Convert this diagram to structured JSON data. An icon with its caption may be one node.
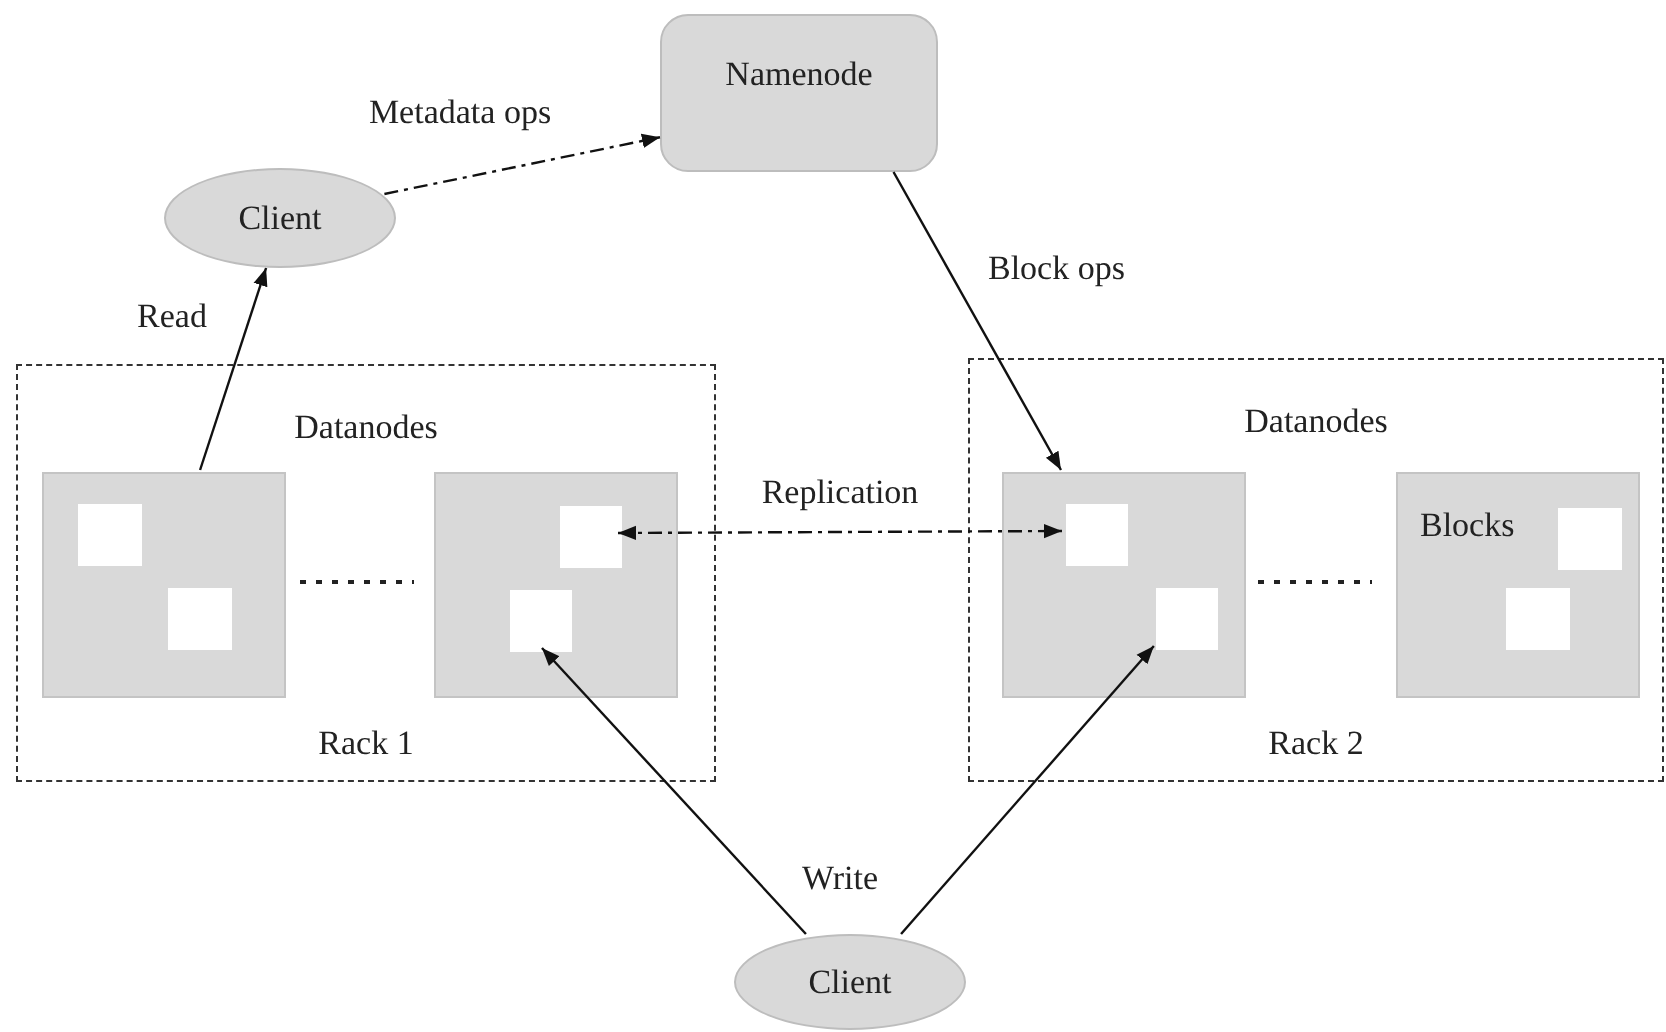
{
  "diagram": {
    "nodes": [
      {
        "text": [
          "Namenode"
        ]
      },
      {
        "text": [
          "Client"
        ]
      },
      {
        "text": [
          "Datanodes",
          "Rack 1"
        ]
      },
      {
        "text": [],
        "shape": "box",
        "in": 2
      },
      {
        "text": [],
        "shape": "box",
        "in": 3
      },
      {
        "text": [],
        "shape": "box",
        "in": 3
      },
      {
        "text": [],
        "shape": "box",
        "in": 2
      },
      {
        "text": [],
        "shape": "box",
        "in": 6
      },
      {
        "text": [],
        "shape": "box",
        "in": 6
      },
      {
        "text": [
          "Datanodes",
          "Rack 2"
        ]
      },
      {
        "text": [],
        "shape": "box",
        "in": 9
      },
      {
        "text": [],
        "shape": "box",
        "in": 10
      },
      {
        "text": [],
        "shape": "box",
        "in": 10
      },
      {
        "text": [
          "Blocks"
        ],
        "in": 9
      },
      {
        "text": [],
        "shape": "box",
        "in": 13
      },
      {
        "text": [],
        "shape": "box",
        "in": 13
      },
      {
        "text": [
          "Client"
        ]
      }
    ],
    "edges": [
      {
        "from": 3,
        "to": 1,
        "arrow": "to",
        "label": "Read"
      },
      {
        "from": 1,
        "to": 0,
        "arrow": "to",
        "label": "Metadata ops",
        "style": "dashed"
      },
      {
        "from": 0,
        "to": 10,
        "arrow": "to",
        "label": "Block ops"
      },
      {
        "from": 7,
        "to": 11,
        "arrow": "both",
        "label": "Replication",
        "style": "dashed"
      },
      {
        "from": 16,
        "to": 8,
        "arrow": "to"
      },
      {
        "from": 16,
        "to": 12,
        "arrow": "to"
      }
    ],
    "labels": [
      "Write"
    ]
  }
}
